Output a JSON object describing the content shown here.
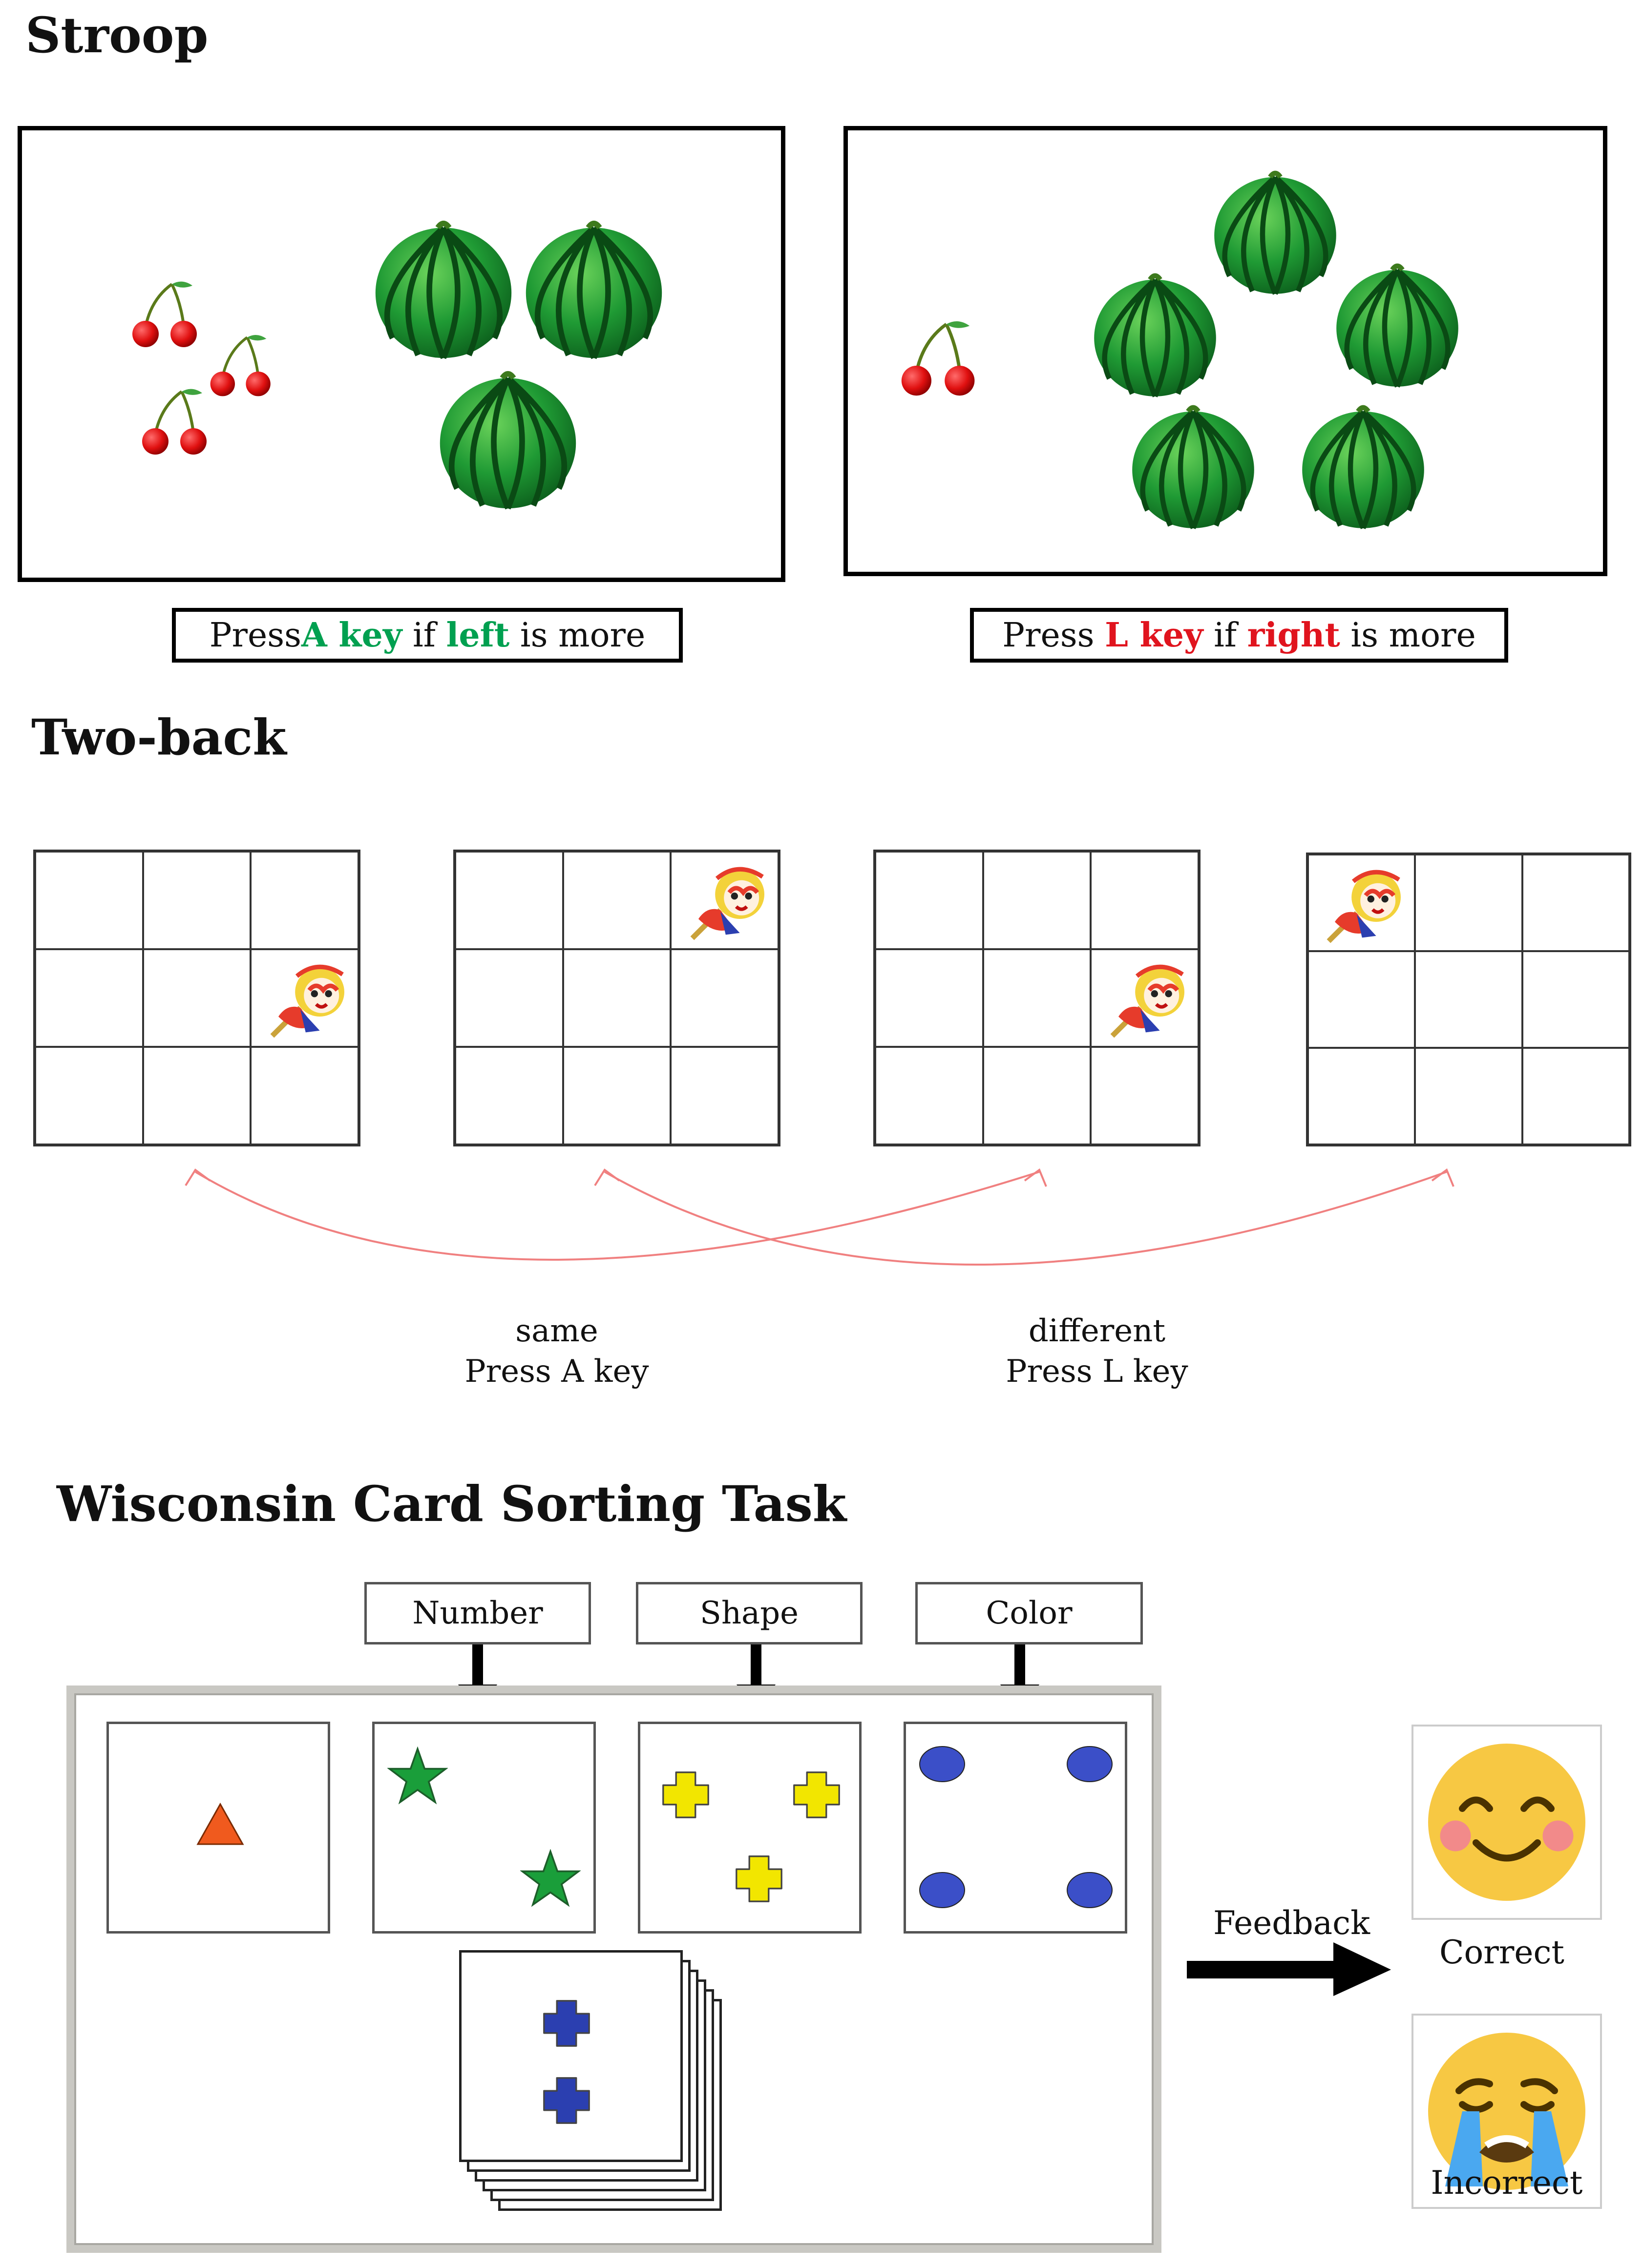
{
  "stroop": {
    "title": "Stroop",
    "left_caption": {
      "pre": "Press ",
      "key": "A key",
      "mid": " if ",
      "side": "left",
      "post": " is more"
    },
    "right_caption": {
      "pre": "Press ",
      "key": "L key",
      "mid": " if ",
      "side": "right",
      "post": " is more"
    },
    "left_panel": {
      "cherries": 6,
      "watermelons": 3
    },
    "right_panel": {
      "cherries": 2,
      "watermelons": 5
    },
    "colors": {
      "left_highlight": "#00a050",
      "right_highlight": "#e0141e"
    }
  },
  "twoback": {
    "title": "Two-back",
    "grids": [
      {
        "monkey_cell": 5
      },
      {
        "monkey_cell": 2
      },
      {
        "monkey_cell": 5
      },
      {
        "monkey_cell": 0
      }
    ],
    "same_label": "same",
    "same_key": "Press A key",
    "different_label": "different",
    "different_key": "Press L key",
    "arrow_color": "#f08080"
  },
  "wcst": {
    "title": "Wisconsin Card Sorting Task",
    "rule_labels": [
      "Number",
      "Shape",
      "Color"
    ],
    "cards": [
      {
        "count": 1,
        "shape": "triangle-icon",
        "color": "#f05a1e"
      },
      {
        "count": 2,
        "shape": "star-icon",
        "color": "#1a9e3a"
      },
      {
        "count": 3,
        "shape": "cross-icon",
        "color": "#f2e600"
      },
      {
        "count": 4,
        "shape": "circle-icon",
        "color": "#3b4fc8"
      }
    ],
    "deck_card": {
      "count": 2,
      "shape": "cross-icon",
      "color": "#2b3fb0"
    },
    "feedback_label": "Feedback",
    "correct_label": "Correct",
    "incorrect_label": "Incorrect"
  }
}
